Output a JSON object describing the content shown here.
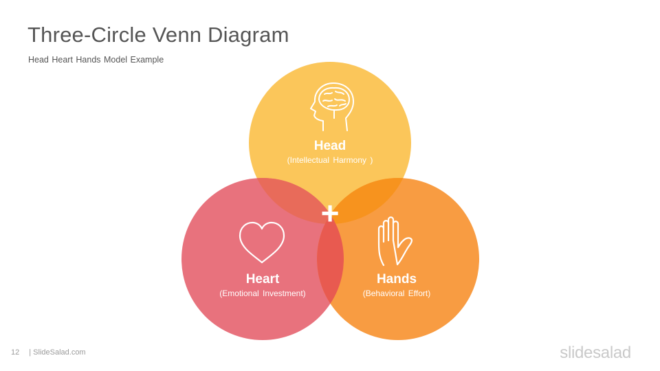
{
  "slide": {
    "title": "Three-Circle Venn Diagram",
    "subtitle": "Head Heart Hands Model Example"
  },
  "venn": {
    "center_symbol": "+",
    "circles": [
      {
        "id": "head",
        "title": "Head",
        "subtitle": "(Intellectual Harmony )",
        "icon": "brain-head-icon",
        "color": "#FBC65A"
      },
      {
        "id": "heart",
        "title": "Heart",
        "subtitle": "(Emotional Investment)",
        "icon": "heart-icon",
        "color": "#E8727D"
      },
      {
        "id": "hands",
        "title": "Hands",
        "subtitle": "(Behavioral Effort)",
        "icon": "hand-icon",
        "color": "#F89C42"
      }
    ],
    "overlap_colors": {
      "head_heart": "#E86B5A",
      "head_hands": "#F7931E",
      "heart_hands": "#E85A50"
    }
  },
  "footer": {
    "page_number": "12",
    "source": "| SlideSalad.com",
    "brand": "slidesalad"
  }
}
